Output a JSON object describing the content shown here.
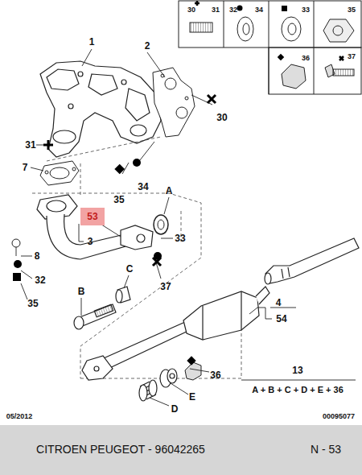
{
  "diagram": {
    "nodes": [
      {
        "text": [
          "53"
        ]
      }
    ],
    "labels": [
      "30",
      "31",
      "32",
      "34",
      "33",
      "35",
      "36",
      "37",
      "1",
      "2",
      "30",
      "31",
      "7",
      "35",
      "34",
      "A",
      "3",
      "33",
      "8",
      "32",
      "35",
      "B",
      "C",
      "37",
      "4",
      "54",
      "13",
      "A + B + C + D + E + 36",
      "36",
      "E",
      "D",
      "05/2012",
      "00095077",
      "CITROEN PEUGEOT - 96042265",
      "N - 53"
    ]
  }
}
